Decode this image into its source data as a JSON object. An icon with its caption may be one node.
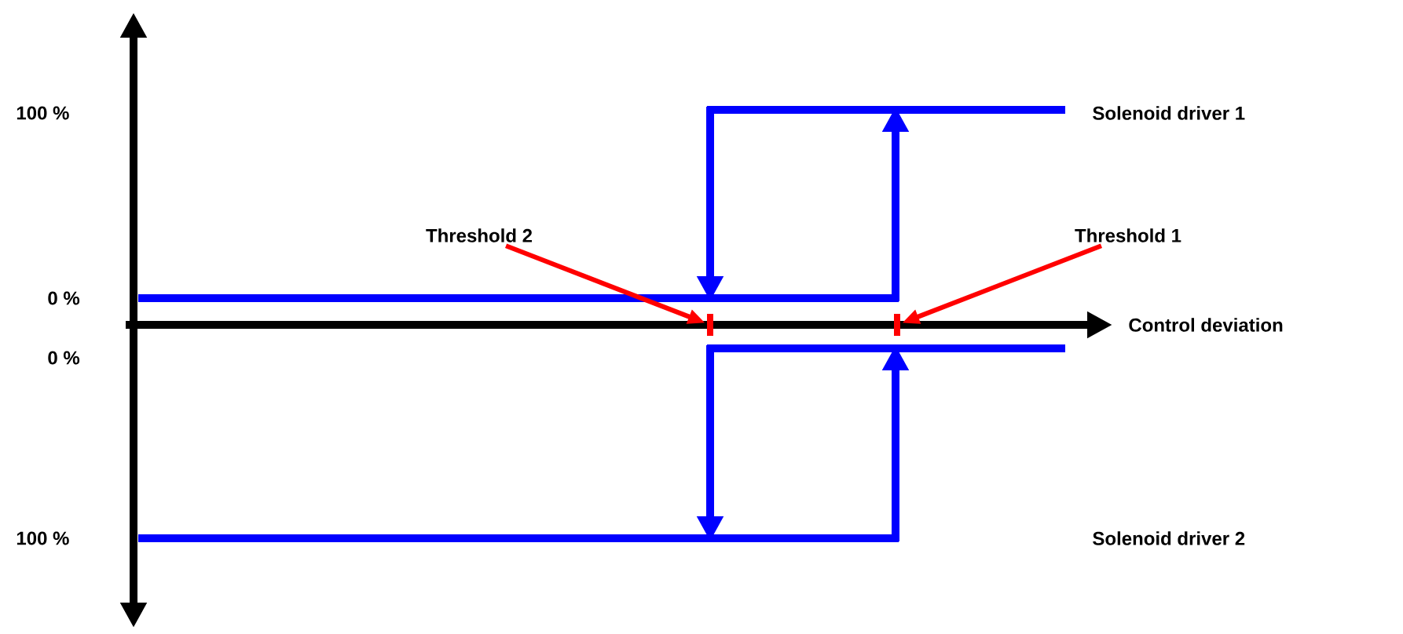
{
  "diagram": {
    "nodes": [
      {
        "text": [
          "Threshold 2"
        ]
      },
      {
        "text": [],
        "shape": "bar"
      },
      {
        "text": [
          "Threshold 1"
        ]
      },
      {
        "text": [],
        "shape": "bar"
      }
    ],
    "edges": [
      {
        "from": 0,
        "to": 1,
        "arrow": "to",
        "color": "#ff0000"
      },
      {
        "from": 2,
        "to": 3,
        "arrow": "to",
        "color": "#ff0000"
      }
    ],
    "labels": [
      "100 %",
      "Solenoid driver 1",
      "0 %",
      "Control deviation",
      "0 %",
      "100 %",
      "Solenoid driver 2"
    ]
  }
}
